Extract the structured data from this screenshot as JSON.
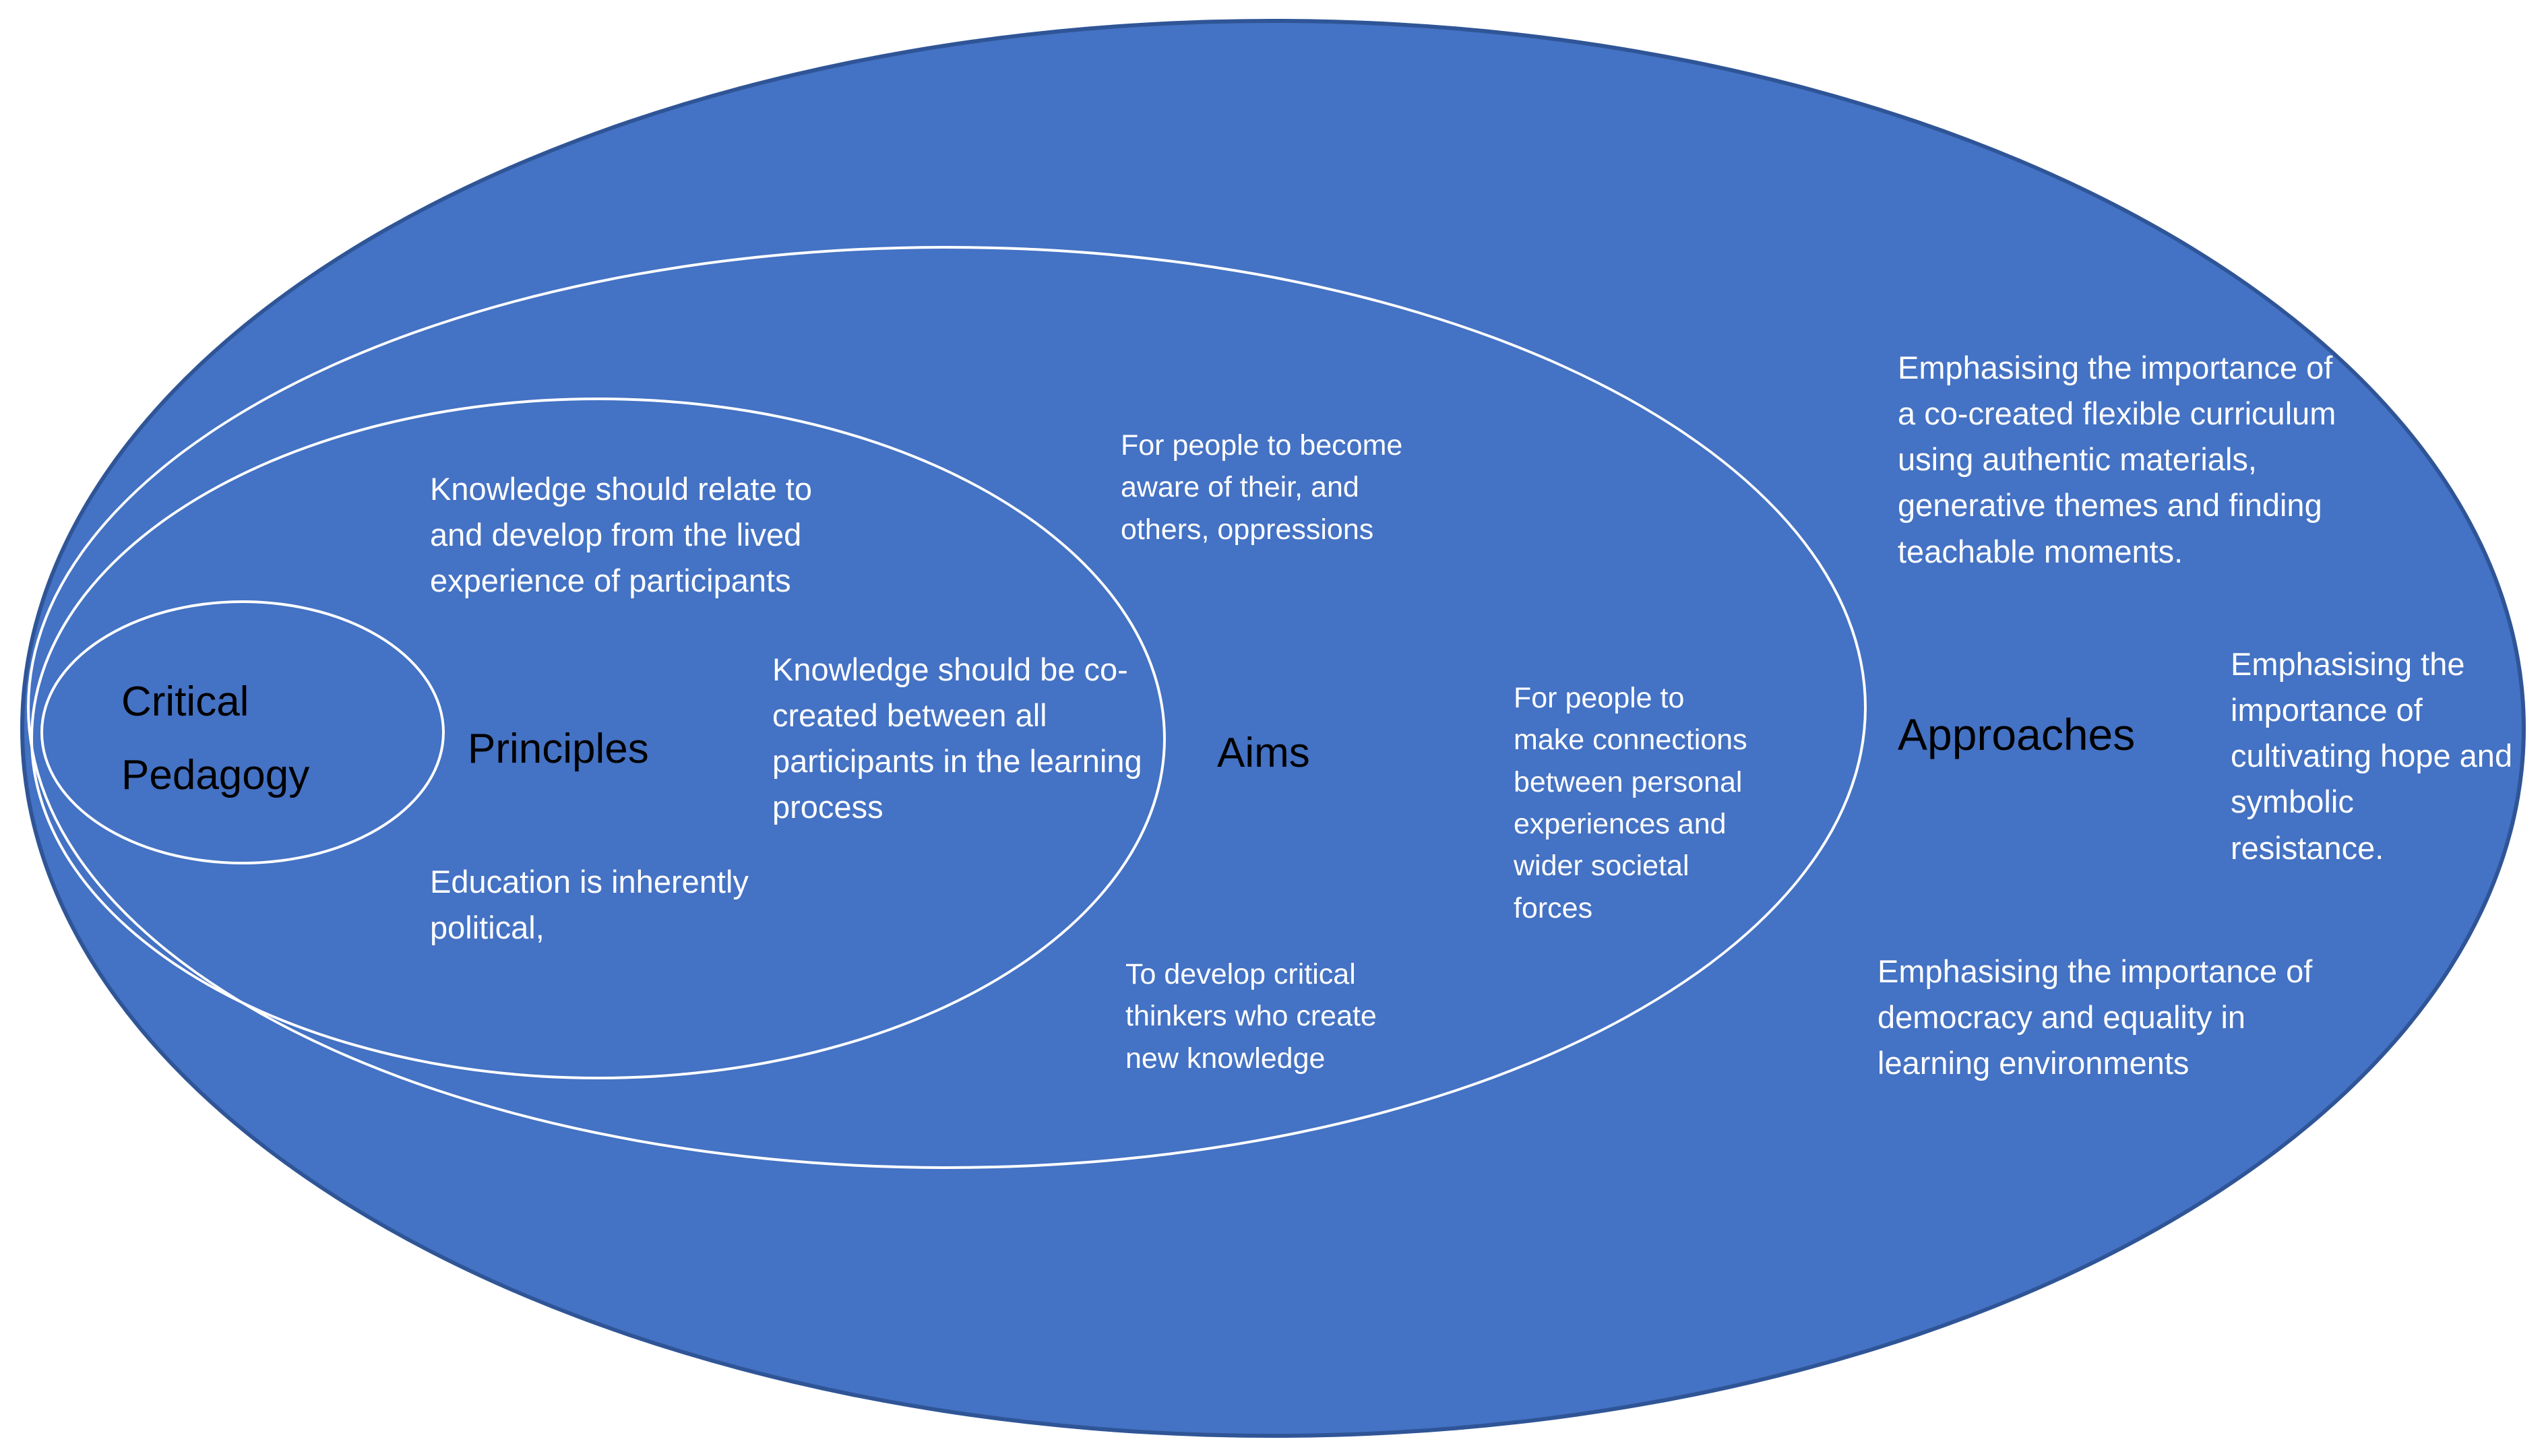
{
  "diagram": {
    "type": "nested-ellipse-diagram",
    "topic": "Critical Pedagogy",
    "colors": {
      "fill": "#4472C4",
      "outer_outline": "#2F5597",
      "inner_outline": "#FFFFFF",
      "ring_label_text": "#000000",
      "note_text": "#FFFFFF",
      "background": "#FFFFFF"
    },
    "rings": [
      {
        "label": "Critical Pedagogy",
        "notes": []
      },
      {
        "label": "Principles",
        "notes": [
          "Knowledge should relate to and develop from the lived experience of participants",
          "Knowledge should be co-created between all participants in the learning process",
          "Education is inherently political,"
        ]
      },
      {
        "label": "Aims",
        "notes": [
          "For people to become aware of their, and others, oppressions",
          "For people to make connections between personal experiences and wider societal forces",
          "To develop critical thinkers who create new knowledge"
        ]
      },
      {
        "label": "Approaches",
        "notes": [
          "Emphasising  the importance of a co-created flexible curriculum using authentic materials, generative themes and finding teachable moments.",
          "Emphasising  the importance of cultivating hope and symbolic resistance.",
          "Emphasising the importance of democracy and equality in learning environments"
        ]
      }
    ]
  }
}
